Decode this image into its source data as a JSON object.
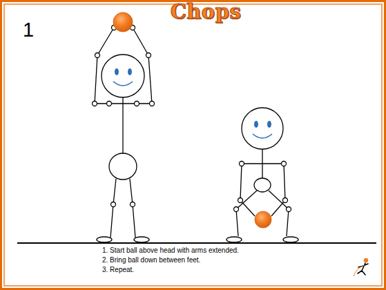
{
  "diagram": {
    "title": "Chops",
    "labels": [
      "1",
      "1. Start ball above head with arms extended.",
      "2. Bring ball down between feet.",
      "3. Repeat."
    ]
  }
}
